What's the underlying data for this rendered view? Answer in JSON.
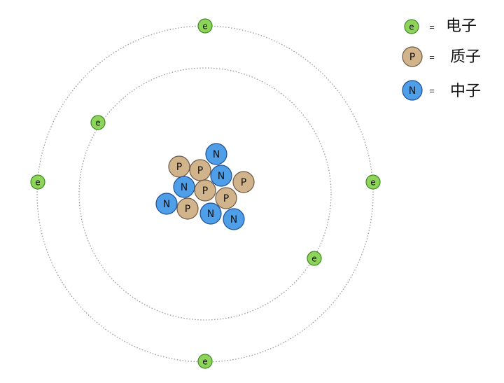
{
  "colors": {
    "electron_fill": "#8ed35a",
    "electron_stroke": "#3f8a25",
    "proton_fill": "#d2b48c",
    "proton_stroke": "#6b5a45",
    "neutron_fill": "#4f9ee8",
    "neutron_stroke": "#1f4f93",
    "orbit": "#9a9a9a"
  },
  "electron_letter": "e",
  "proton_letter": "P",
  "neutron_letter": "N",
  "legend": {
    "electron_eq": "=",
    "electron_label": "电子",
    "proton_eq": "=",
    "proton_label": "质子",
    "neutron_eq": "=",
    "neutron_label": "中子"
  }
}
